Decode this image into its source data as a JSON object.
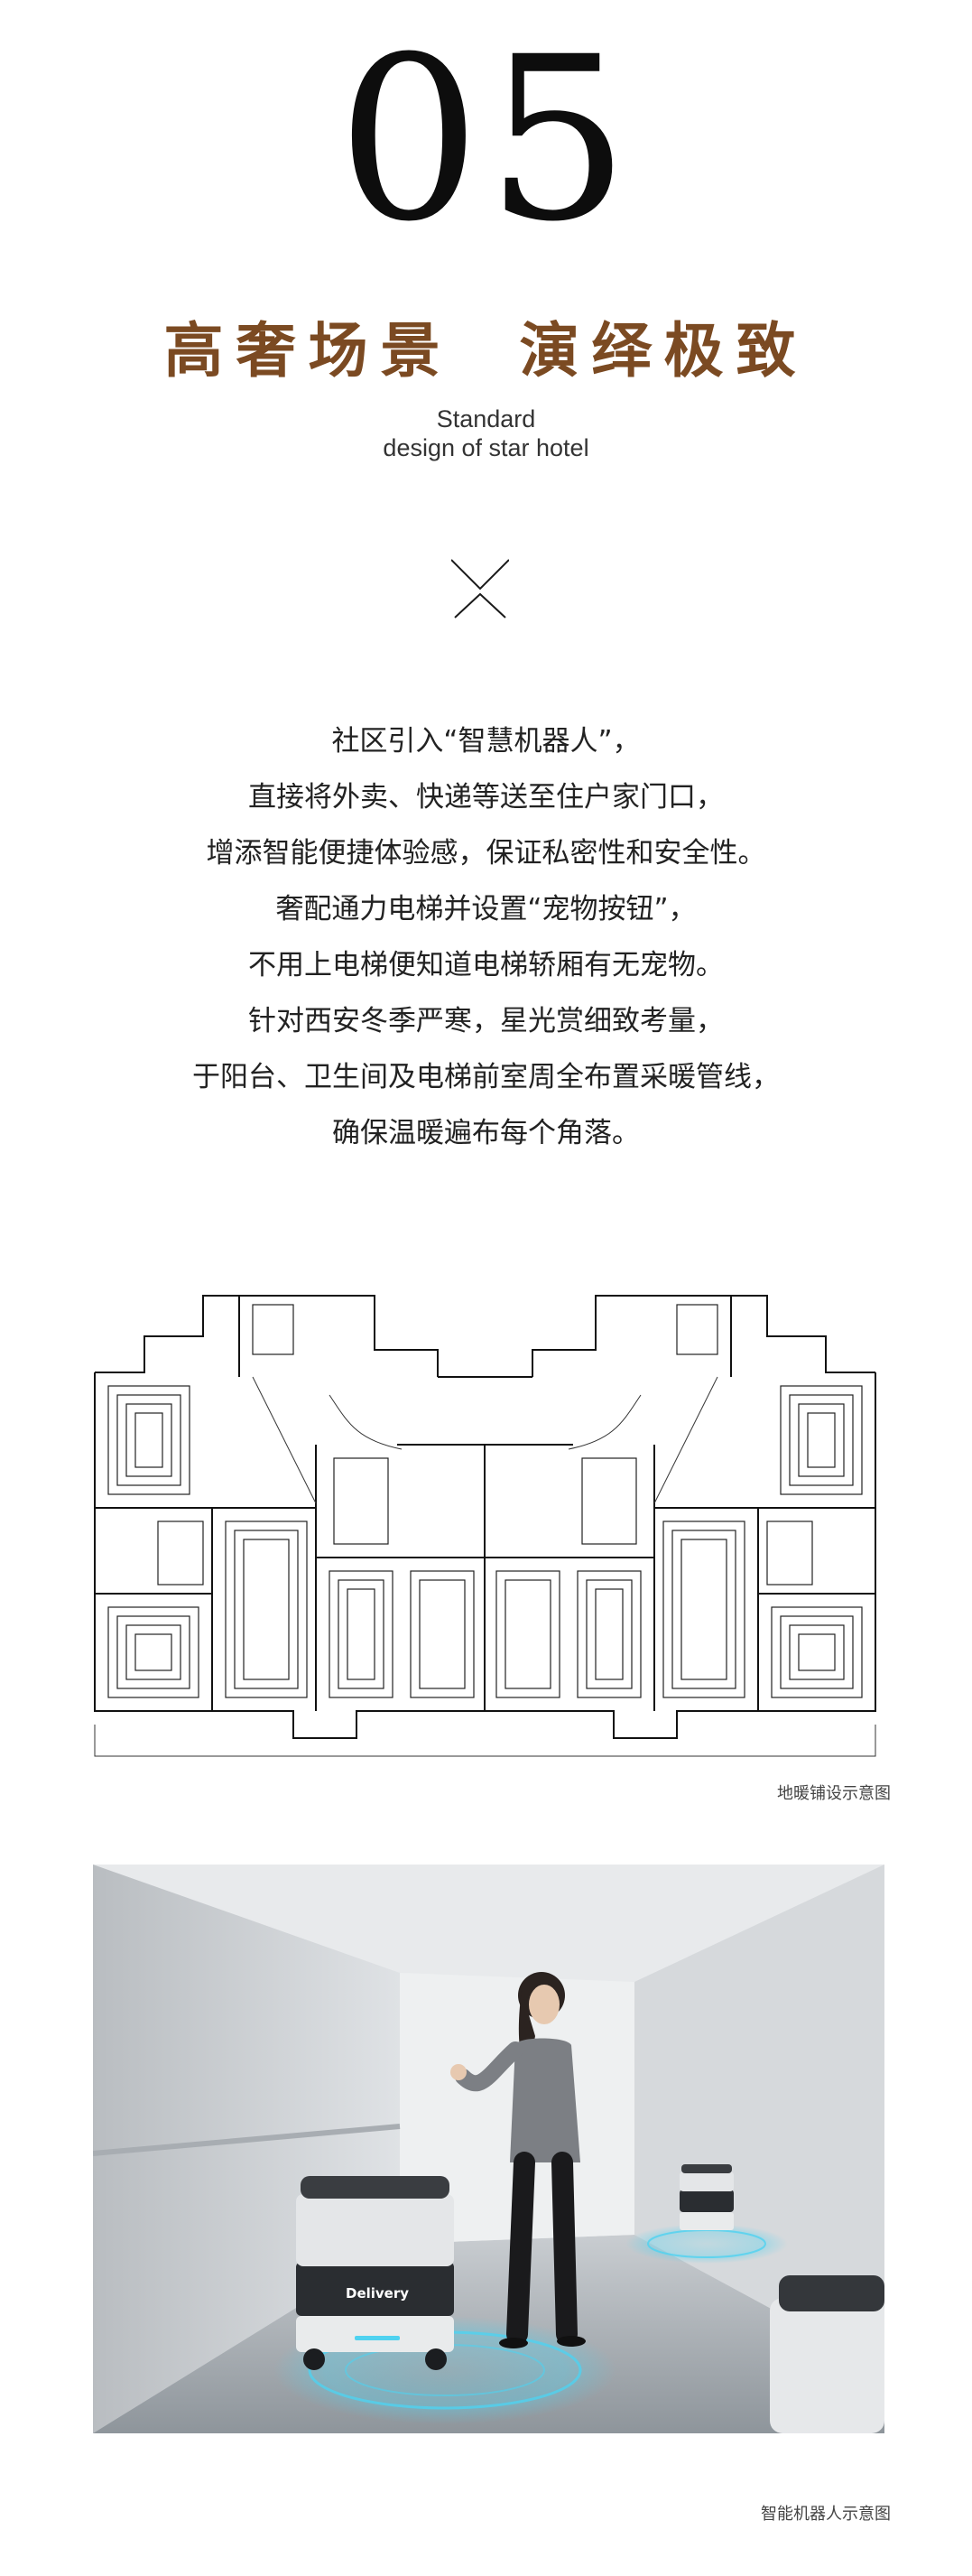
{
  "section": {
    "number": "05"
  },
  "headline": "高奢场景  演绎极致",
  "subtitle": {
    "line1": "Standard",
    "line2": "design of star hotel"
  },
  "icons": {
    "divider": "x-cross-icon",
    "robot": "delivery-robot"
  },
  "body": {
    "lines": [
      "社区引入“智慧机器人”，",
      "直接将外卖、快递等送至住户家门口，",
      "增添智能便捷体验感，保证私密性和安全性。",
      "奢配通力电梯并设置“宠物按钮”，",
      "不用上电梯便知道电梯轿厢有无宠物。",
      "针对西安冬季严寒，星光赏细致考量，",
      "于阳台、卫生间及电梯前室周全布置采暖管线，",
      "确保温暖遍布每个角落。"
    ]
  },
  "floorplan": {
    "caption": "地暖铺设示意图"
  },
  "photo": {
    "robot_label": "Delivery",
    "caption": "智能机器人示意图"
  },
  "colors": {
    "headline": "#7b4a22",
    "text": "#222222",
    "glow": "#4fd2f0"
  }
}
